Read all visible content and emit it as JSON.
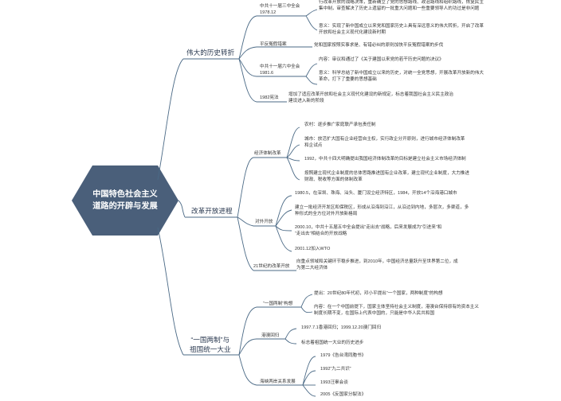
{
  "root": {
    "line1": "中国特色社会主义",
    "line2": "道路的开辟与发展",
    "fill": "#4a5f7a"
  },
  "colors": {
    "line": "#4b6a86",
    "text": "#333333"
  },
  "branches": {
    "b1": {
      "label": "伟大的历史转折",
      "items": {
        "i1": {
          "label": "中共十一届三中全会",
          "date": "1978.12",
          "d1a": "行改革开放的战略决策，重新确立了党的思想路线、政治路线和组织路线，恢复民主",
          "d1b": "集中制，审查解决了历史上遗留的一批重大问题和一些重要领导人的功过是非问题",
          "d2a": "意义：实现了新中国成立以来党和国家历史上具有深远意义的伟大转折，开启了改革",
          "d2b": "开放和社会主义现代化建设新时期"
        },
        "i2": {
          "label": "平反冤假错案",
          "text": "党和国家按照实事求是、有错必纠的原则加快平反冤假错案的步伐"
        },
        "i3": {
          "label": "中共十一届六中全会",
          "date": "1981.6",
          "d1": "内容：审议和通过了《关于建国以来党的若干历史问题的决议》",
          "d2a": "意义：科学总结了新中国成立以来的历史，对统一全党思想，开展改革开放新的伟大",
          "d2b": "革命，打下了重要的思想基础"
        },
        "i4": {
          "label": "1982宪法",
          "a": "增加了适应改革开放和社会主义现代化建设的新规定，标志着我国社会主义民主政治",
          "b": "建设进入新的阶段"
        }
      }
    },
    "b2": {
      "label": "改革开放进程",
      "items": {
        "i1": {
          "label": "经济体制改革",
          "c1": "农村：逐步推广家庭联产承包责任制",
          "c2a": "城市：放活扩大国有企业经营自主权，实行政企分开原则，进行城市经济体制改革",
          "c2b": "和企试点",
          "c3": "1992，中共十四大明确提出我国经济体制改革的目标是建立社会主义市场经济体制",
          "c4a": "按照建立现代企业制度的总体思路推进国有企业改革，建立现代企业制度，大力推进",
          "c4b": "财政、税收等方面的体制改革"
        },
        "i2": {
          "label": "对外开放",
          "c1": "1980.5，在深圳、珠海、汕头、厦门设立经济特区，1984，开放14个沿海港口城市",
          "c2a": "建立一批经济开发区和保税区，形成从沿海到沿江，从沿边到内地，多层次，多渠道，多",
          "c2b": "种形式的全方位对外开放新格局",
          "c3a": "2000.10，中共十五届五中全会提出“走出去”战略，后来发展成为“引进来”和",
          "c3b": "“走出去”相结合的开放战略",
          "c4": "2001.12加入WTO"
        },
        "i3": {
          "label": "21世纪的改革开放",
          "a": "向重点领域和关键环节稳步推进，到2010年，中国经济总量跃升至世界第二位，成",
          "b": "为第二大经济体"
        }
      }
    },
    "b3": {
      "label1": "“一国两制”与",
      "label2": "祖国统一大业",
      "items": {
        "i1": {
          "label": "“一国两制”构想",
          "c1": "提出：20世纪80年代初，邓小平提出“一个国家，两种制度”的构想",
          "c2a": "内容：在一个中国前提下，国家主体坚持社会主义制度，港澳台保持原有的资本主义",
          "c2b": "制度长期不变，在国际上代表中国的，只能是中华人民共和国"
        },
        "i2": {
          "label": "港澳回归",
          "c1": "1997.7.1香港回归；1999.12.20澳门回归",
          "c2": "标志着祖国统一大业的历史进步"
        },
        "i3": {
          "label": "海峡两岸关系发展",
          "c1": "1979《告台湾同胞书》",
          "c2": "1992“九二共识”",
          "c3": "1993汪辜会谈",
          "c4": "2005《反国家分裂法》"
        }
      }
    }
  }
}
